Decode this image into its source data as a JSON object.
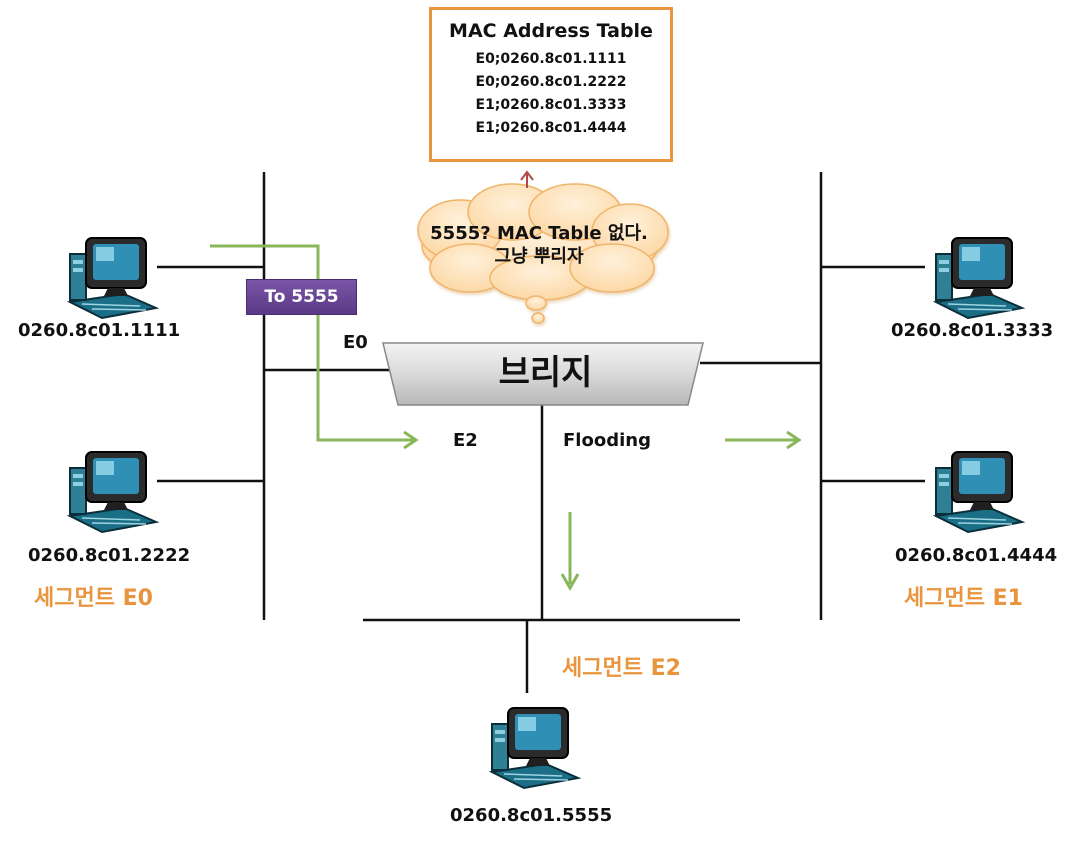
{
  "mac_table": {
    "title": "MAC Address Table",
    "entries": [
      "E0;0260.8c01.1111",
      "E0;0260.8c01.2222",
      "E1;0260.8c01.3333",
      "E1;0260.8c01.4444"
    ]
  },
  "cloud": {
    "line1": "5555? MAC Table 없다.",
    "line2": "그냥 뿌리자"
  },
  "frame_label": "To 5555",
  "bridge": {
    "label": "브리지",
    "port_e0": "E0",
    "port_e2": "E2",
    "flooding": "Flooding"
  },
  "hosts": {
    "h1111": "0260.8c01.1111",
    "h2222": "0260.8c01.2222",
    "h3333": "0260.8c01.3333",
    "h4444": "0260.8c01.4444",
    "h5555": "0260.8c01.5555"
  },
  "segments": {
    "e0": "세그먼트 E0",
    "e1": "세그먼트 E1",
    "e2": "세그먼트 E2"
  },
  "colors": {
    "accent_orange": "#e8953d",
    "arrow_green": "#8ab65a",
    "frame_purple": "#5a3a86"
  }
}
